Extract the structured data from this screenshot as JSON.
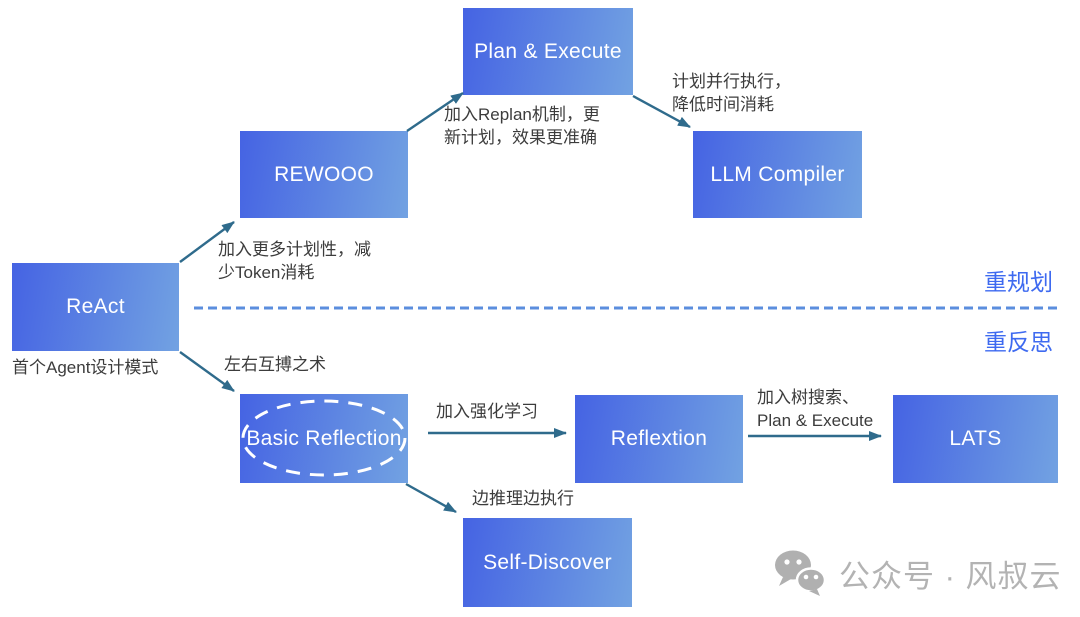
{
  "diagram": {
    "nodes": [
      {
        "id": "react",
        "label": "ReAct"
      },
      {
        "id": "rewooo",
        "label": "REWOOO"
      },
      {
        "id": "plan-execute",
        "label": "Plan & Execute"
      },
      {
        "id": "llm-compiler",
        "label": "LLM Compiler"
      },
      {
        "id": "basic-reflection",
        "label": "Basic Reflection"
      },
      {
        "id": "reflextion",
        "label": "Reflextion"
      },
      {
        "id": "lats",
        "label": "LATS"
      },
      {
        "id": "self-discover",
        "label": "Self-Discover"
      }
    ],
    "edge_labels": {
      "react_to_rewooo": "加入更多计划性，减\n少Token消耗",
      "rewooo_to_plan_execute": "加入Replan机制，更\n新计划，效果更准确",
      "plan_execute_to_llm_compiler": "计划并行执行，\n降低时间消耗",
      "react_to_basic_reflection": "左右互搏之术",
      "basic_reflection_to_reflextion": "加入强化学习",
      "reflextion_to_lats": "加入树搜索、\nPlan & Execute",
      "basic_reflection_to_self_discover": "边推理边执行"
    },
    "react_caption": "首个Agent设计模式",
    "separator": {
      "above_label": "重规划",
      "below_label": "重反思"
    }
  },
  "watermark": {
    "icon": "wechat-icon",
    "text": "公众号 · 风叔云"
  },
  "colors": {
    "node_gradient_start": "#4563e3",
    "node_gradient_end": "#72a2e2",
    "node_text": "#ffffff",
    "arrow": "#2f6b8c",
    "separator_dash": "#5b8ede",
    "side_label_blue": "#3e6af0",
    "edge_label_text": "#3c3c3c",
    "watermark_gray": "#b3b3b3"
  }
}
